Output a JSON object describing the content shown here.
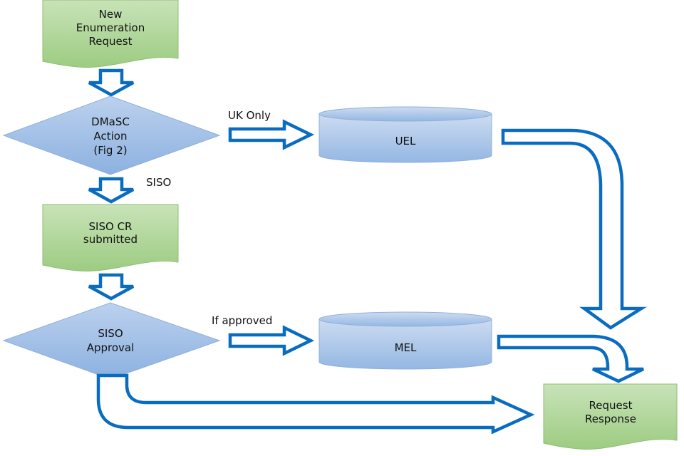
{
  "colors": {
    "arrow_outline": "#0a6cc0",
    "document_fill": "#b5d99c",
    "decision_fill": "#a4c2e8",
    "database_fill": "#a9c6ea"
  },
  "nodes": {
    "new_request": {
      "line1": "New",
      "line2": "Enumeration",
      "line3": "Request"
    },
    "dmasc_action": {
      "line1": "DMaSC",
      "line2": "Action",
      "line3": "(Fig 2)"
    },
    "uel": {
      "label": "UEL"
    },
    "siso_cr": {
      "line1": "SISO CR",
      "line2": "submitted"
    },
    "siso_approval": {
      "line1": "SISO",
      "line2": "Approval"
    },
    "mel": {
      "label": "MEL"
    },
    "request_response": {
      "line1": "Request",
      "line2": "Response"
    }
  },
  "edges": {
    "uk_only": "UK Only",
    "siso": "SISO",
    "if_approved": "If approved"
  }
}
